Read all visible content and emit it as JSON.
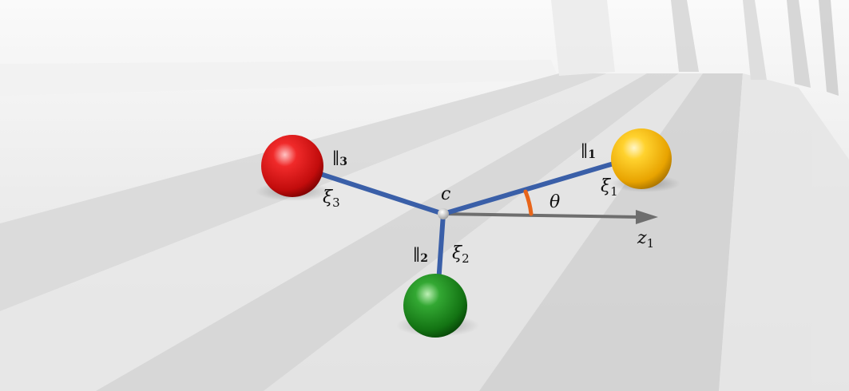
{
  "labels": {
    "center": "c",
    "angle": "θ",
    "axis": {
      "base": "z",
      "sub": "1"
    },
    "bonds": [
      {
        "par": "∥",
        "num": "1",
        "xi": "ξ",
        "xi_sub": "1"
      },
      {
        "par": "∥",
        "num": "2",
        "xi": "ξ",
        "xi_sub": "2"
      },
      {
        "par": "∥",
        "num": "3",
        "xi": "ξ",
        "xi_sub": "3"
      }
    ]
  },
  "spheres": [
    {
      "name": "yellow",
      "color": "#f5b800"
    },
    {
      "name": "green",
      "color": "#1f8a1f"
    },
    {
      "name": "red",
      "color": "#e01818"
    }
  ],
  "colors": {
    "bond": "#3a5fa8",
    "angle_arc": "#e8651a",
    "axis_arrow": "#6e6e6e",
    "center_node": "#e6e6e6"
  }
}
